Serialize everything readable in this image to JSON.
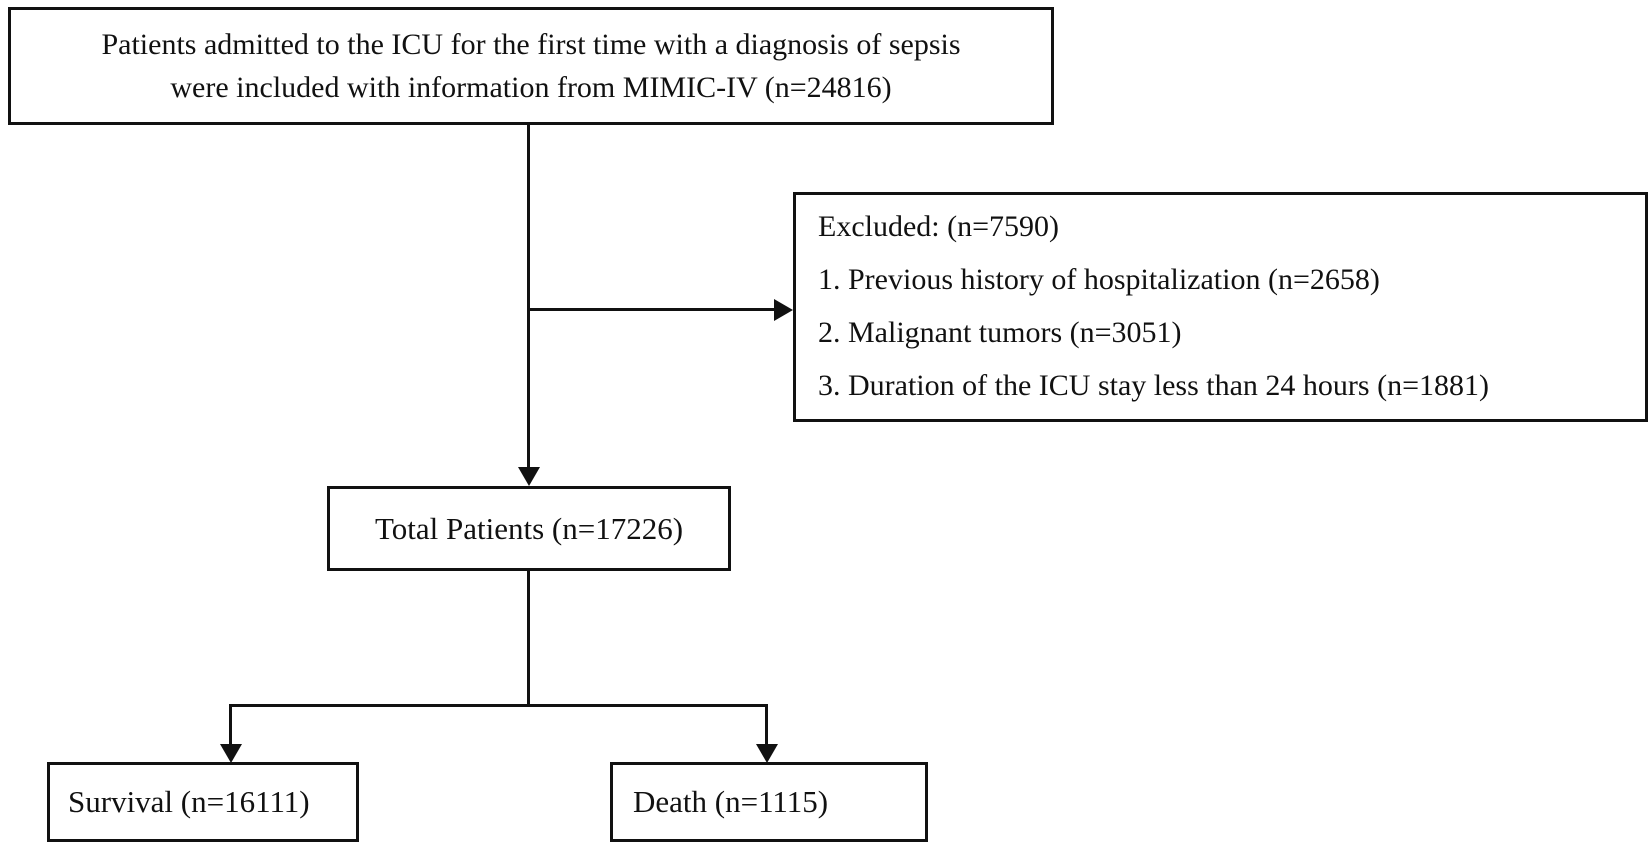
{
  "figure": {
    "background_color": "#ffffff",
    "line_color": "#111111",
    "type": "patient-flow-diagram"
  },
  "flowchart": {
    "source_box": {
      "line1": "Patients admitted to the ICU for the first time with a diagnosis of sepsis",
      "line2": "were included with information from MIMIC-IV (n=24816)",
      "n": 24816
    },
    "excluded_box": {
      "title": "Excluded: (n=7590)",
      "n": 7590,
      "items": [
        "1. Previous history of hospitalization (n=2658)",
        "2. Malignant tumors (n=3051)",
        "3. Duration of the ICU stay less than 24 hours (n=1881)"
      ]
    },
    "total_box": {
      "label": "Total Patients (n=17226)",
      "n": 17226
    },
    "survival_box": {
      "label": "Survival (n=16111)",
      "n": 16111
    },
    "death_box": {
      "label": "Death (n=1115)",
      "n": 1115
    }
  }
}
